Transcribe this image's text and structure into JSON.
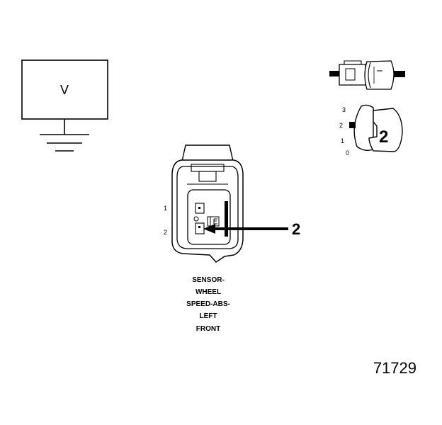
{
  "meter": {
    "label": "V"
  },
  "connector": {
    "pin_labels": [
      "1",
      "2"
    ],
    "callout": "2",
    "caption": [
      "SENSOR-",
      "WHEEL",
      "SPEED-ABS-",
      "LEFT",
      "FRONT"
    ]
  },
  "lock_position": {
    "scale_labels": [
      "3",
      "2",
      "1",
      "0"
    ],
    "callout": "2"
  },
  "figure_number": "71729"
}
